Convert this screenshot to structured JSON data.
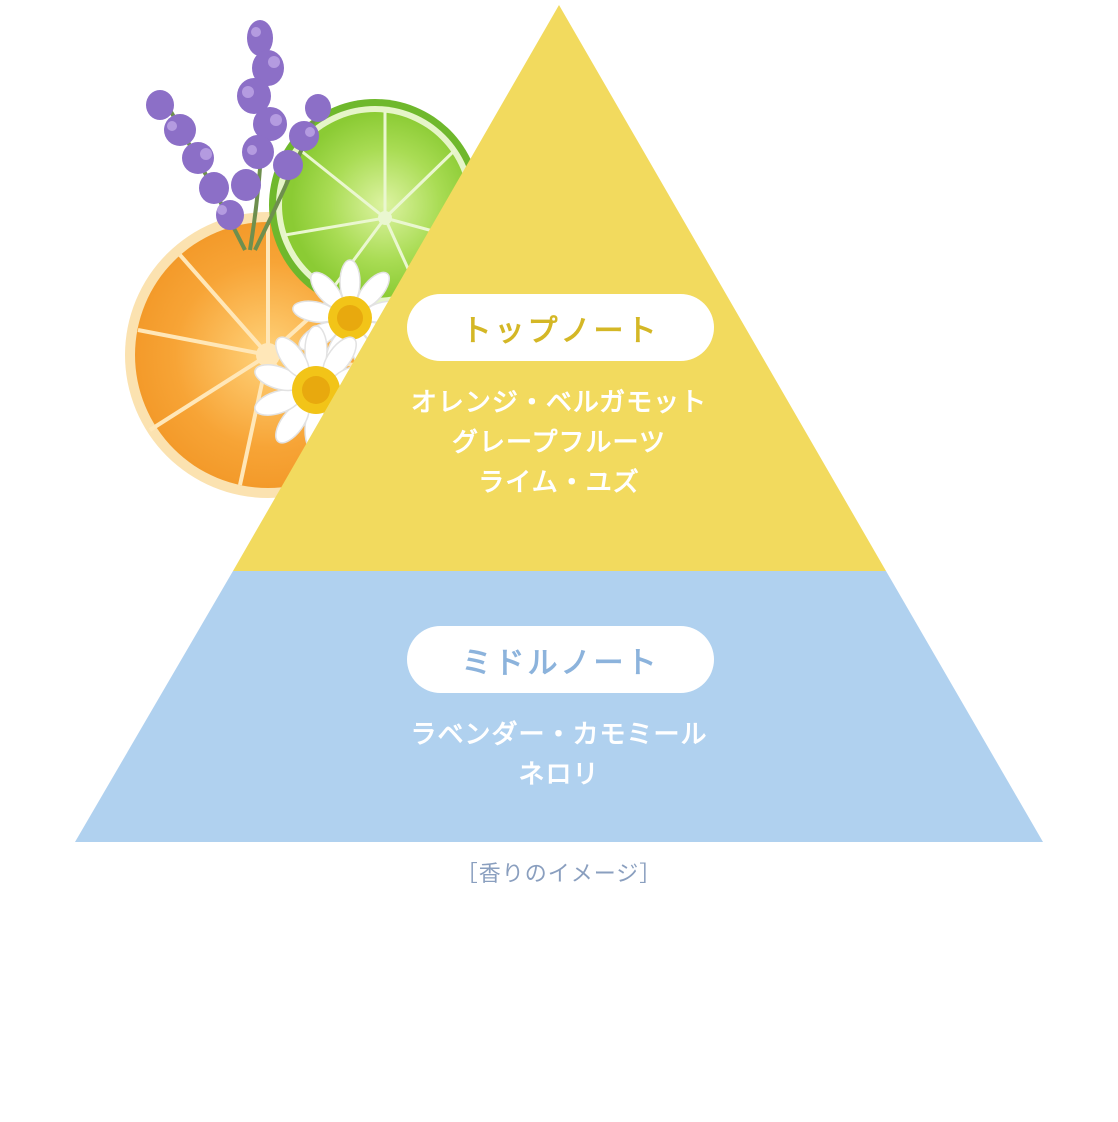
{
  "colors": {
    "top_tier": "#F2DA5E",
    "middle_tier": "#B0D1EF",
    "top_label_text": "#D4B726",
    "middle_label_text": "#8CB3DC",
    "caption_text": "#8A9FBF",
    "pill_background": "#FFFFFF",
    "notes_text": "#FFFFFF"
  },
  "top_note": {
    "label": "トップノート",
    "lines": [
      "オレンジ・ベルガモット",
      "グレープフルーツ",
      "ライム・ユズ"
    ]
  },
  "middle_note": {
    "label": "ミドルノート",
    "lines": [
      "ラベンダー・カモミール",
      "ネロリ"
    ]
  },
  "illustration": {
    "icons": [
      "lavender-icon",
      "lime-slice-icon",
      "orange-slice-icon",
      "chamomile-icon"
    ]
  },
  "caption": "［香りのイメージ］"
}
